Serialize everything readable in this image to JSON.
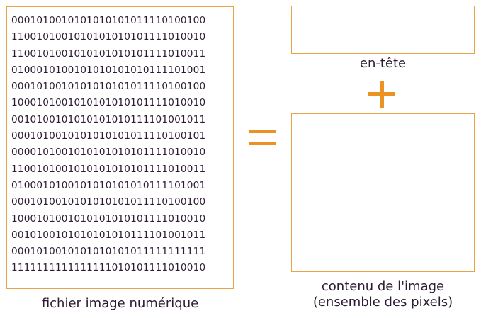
{
  "colors": {
    "accent": "#ea9323",
    "box_border": "#e8a24a",
    "text": "#2d1b33"
  },
  "binary_file": {
    "lines": [
      "0001010010101010101011110100100",
      "1100101001010101010101111010010",
      "1100101001010101010101111010011",
      "0100010100101010101010111101001",
      "0001010010101010101011110100100",
      "1000101001010101010101111010010",
      "0010100101010101010111101001011",
      "0001010010101010101011110100101",
      "0000101001010101010101111010010",
      "1100101001010101010101111010011",
      "0100010100101010101010111101001",
      "0001010010101010101011110100100",
      "1000101001010101010101111010010",
      "0010100101010101010111101001011",
      "0001010010101010101011111111111",
      "1111111111111111010101111010010"
    ],
    "caption": "fichier image numérique"
  },
  "operators": {
    "equals": "=",
    "plus": "+"
  },
  "header_block": {
    "caption": "en-tête"
  },
  "content_block": {
    "caption_line1": "contenu de l'image",
    "caption_line2": "(ensemble des pixels)"
  }
}
